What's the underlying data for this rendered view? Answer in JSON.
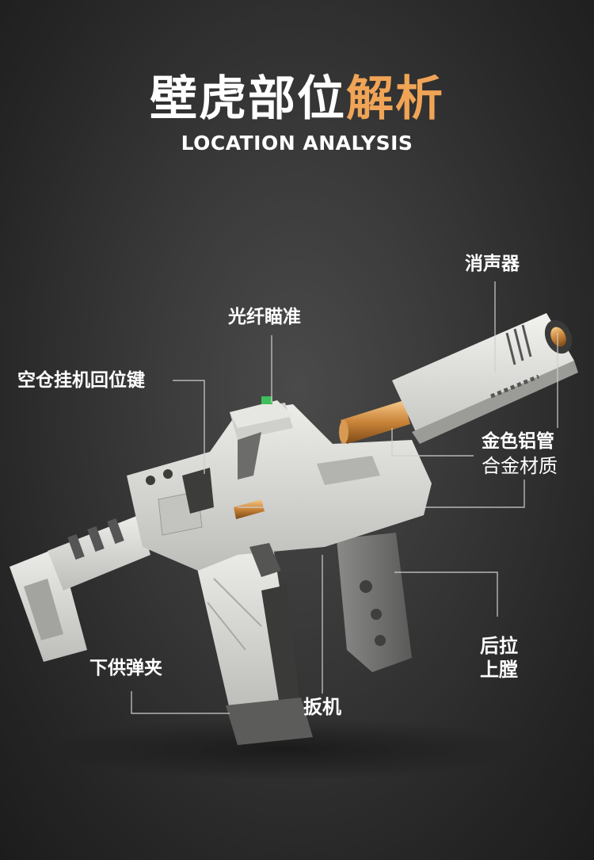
{
  "header": {
    "title_white": "壁虎部位",
    "title_orange": "解析",
    "subtitle": "LOCATION ANALYSIS"
  },
  "callouts": {
    "silencer": "消声器",
    "fiber_sight": "光纤瞄准",
    "bolt_release": "空仓挂机回位键",
    "gold_tube": "金色铝管",
    "alloy": "合金材质",
    "rear_chamber_1": "后拉",
    "rear_chamber_2": "上膛",
    "lower_mag": "下供弹夹",
    "trigger": "扳机"
  },
  "colors": {
    "accent": "#f0a456",
    "body": "#d9d9d7",
    "background": "#2b2b2b"
  }
}
